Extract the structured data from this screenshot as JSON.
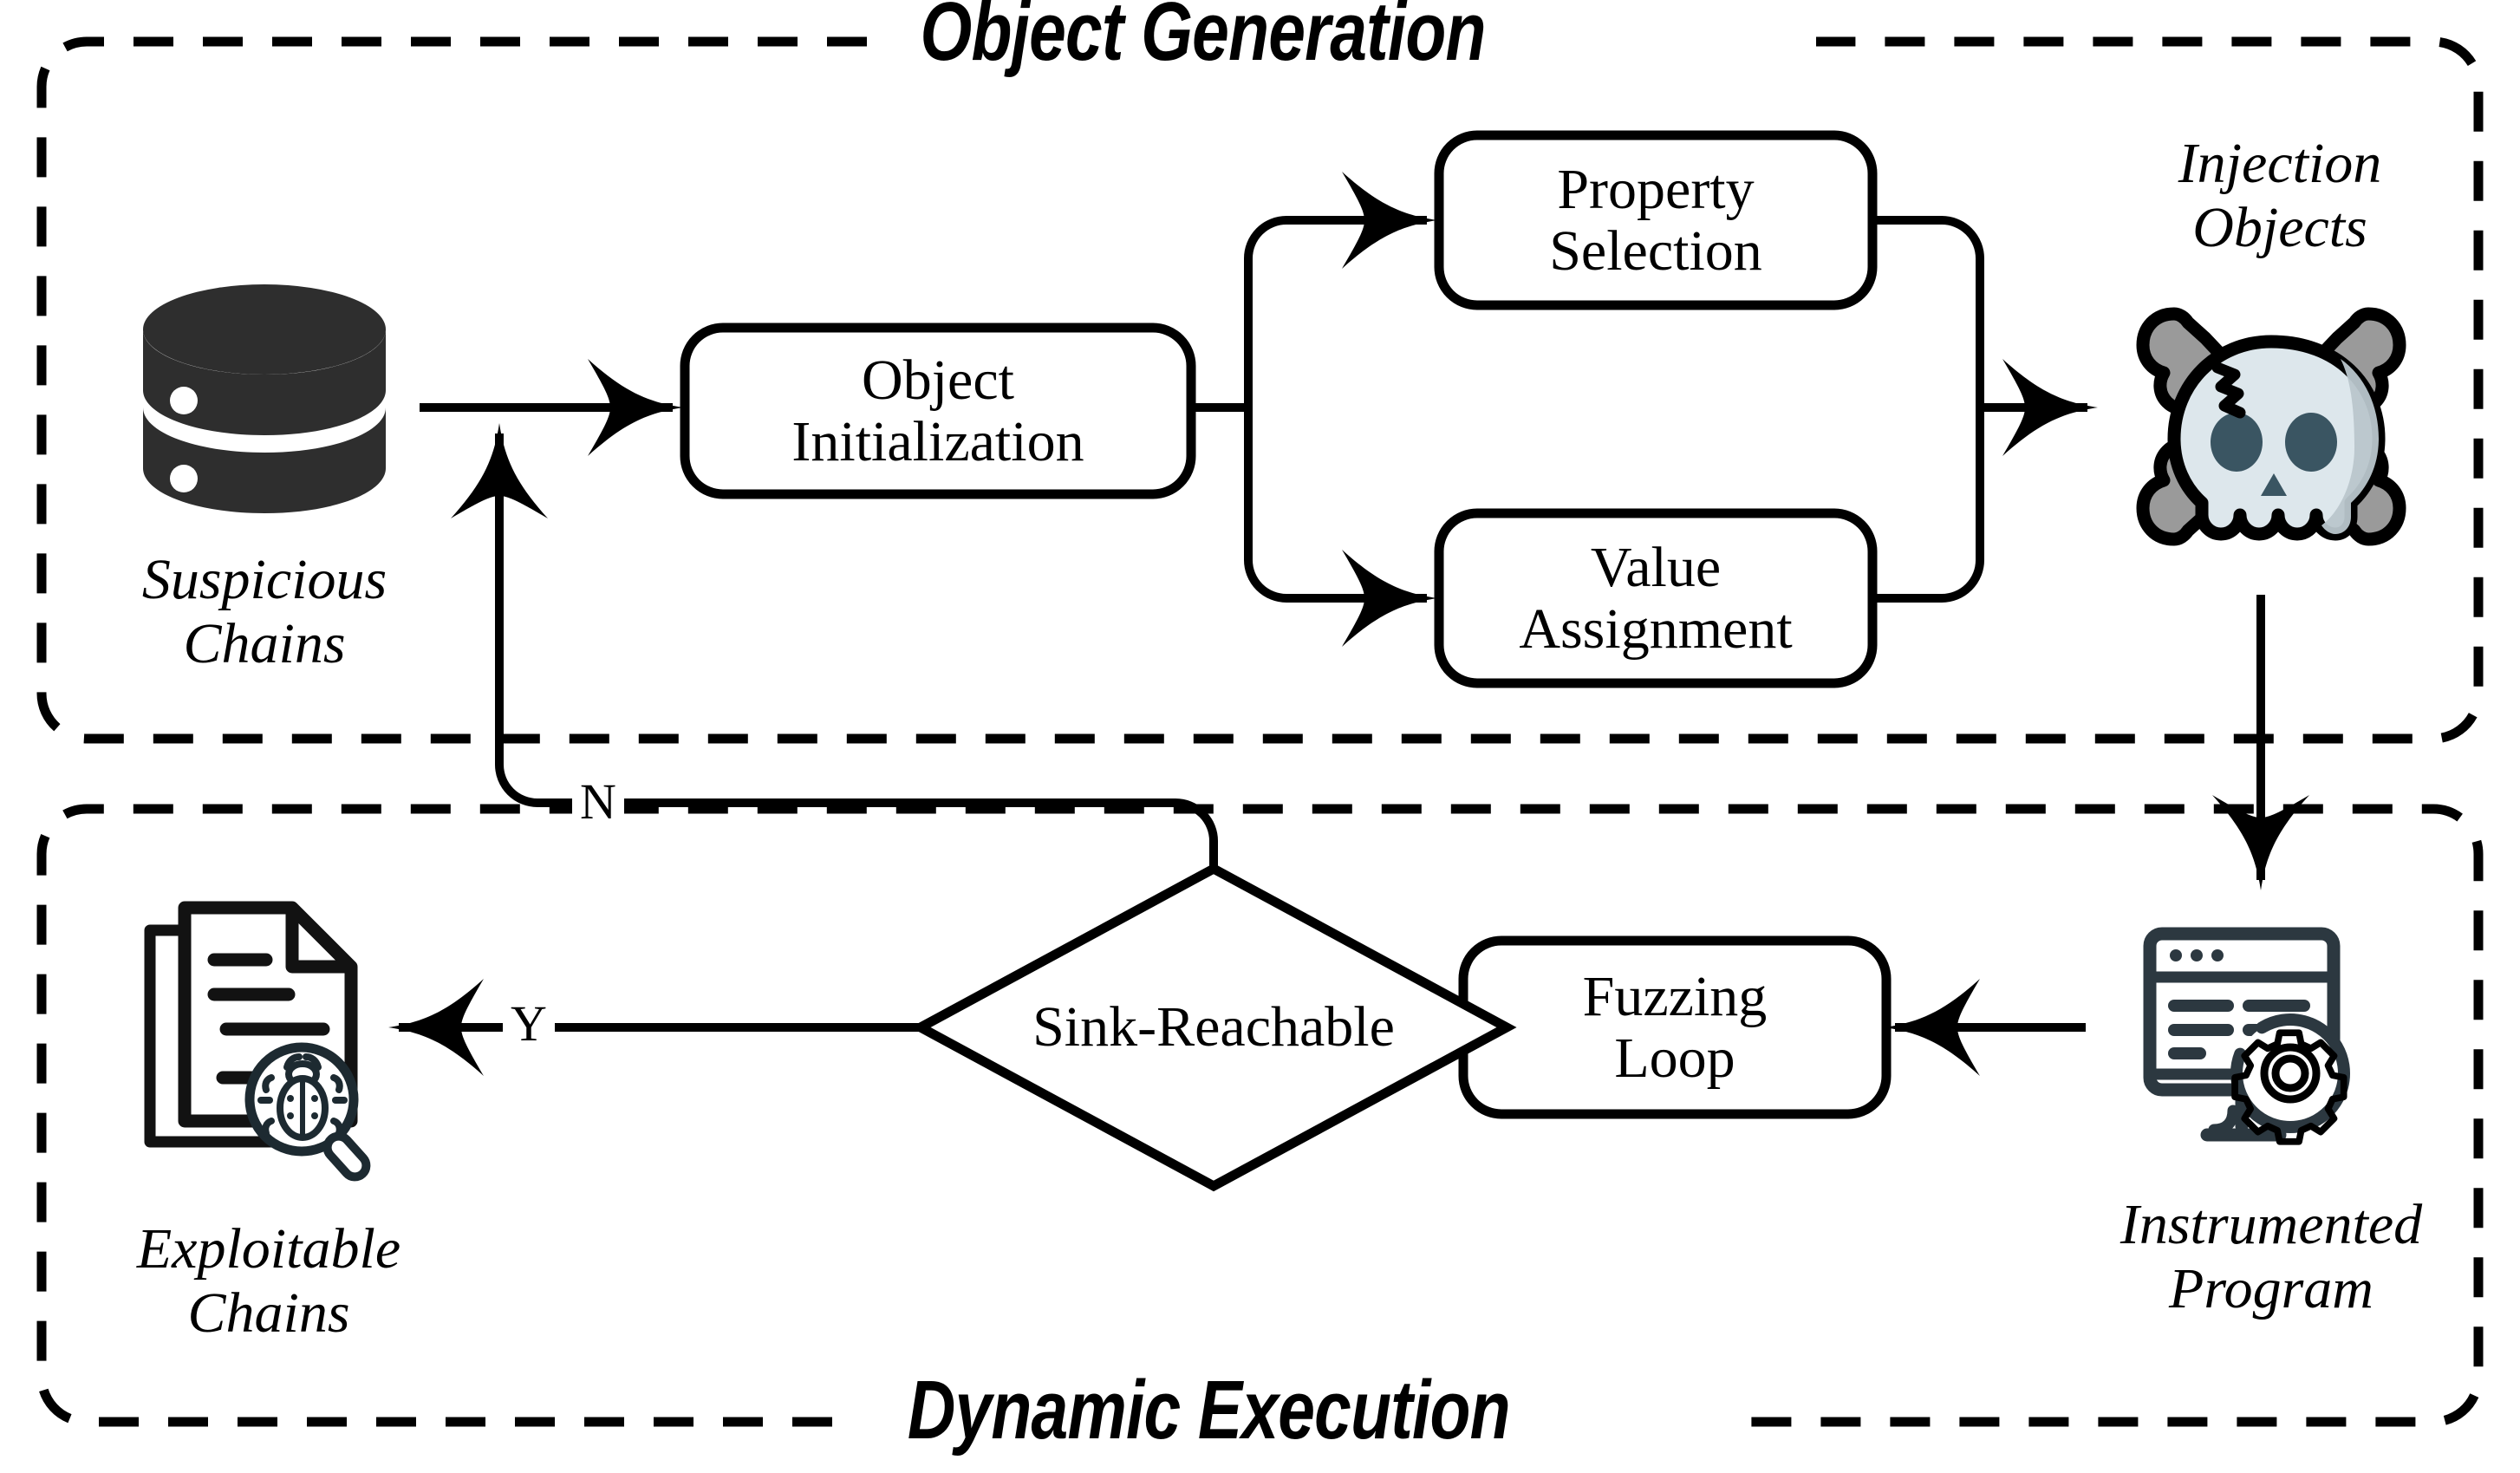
{
  "diagram": {
    "title_top": "Object Generation",
    "title_bottom": "Dynamic Execution",
    "nodes": {
      "object_initialization": "Object\nInitialization",
      "property_selection": "Property\nSelection",
      "value_assignment": "Value\nAssignment",
      "sink_reachable": "Sink-Reachable",
      "fuzzing_loop": "Fuzzing\nLoop"
    },
    "icons": {
      "suspicious_chains": {
        "caption": "Suspicious\nChains",
        "icon": "database-icon",
        "color": "#2e2e2e"
      },
      "injection_objects": {
        "caption": "Injection\nObjects",
        "icon": "skull-crossbones-icon",
        "skull_fill": "#dde7ec",
        "skull_shade": "#b9c6cc",
        "bone_fill": "#9a9a9a",
        "eye_fill": "#3a5562",
        "outline": "#000000"
      },
      "exploitable_chains": {
        "caption": "Exploitable\nChains",
        "icon": "document-bug-magnifier-icon",
        "color": "#1d2a31"
      },
      "instrumented_program": {
        "caption": "Instrumented\nProgram",
        "icon": "monitor-gear-icon",
        "color": "#2c3840"
      }
    },
    "edge_labels": {
      "no_branch": "N",
      "yes_branch": "Y"
    },
    "colors": {
      "stroke": "#000000",
      "background": "#ffffff",
      "boundary": "dashed"
    }
  }
}
